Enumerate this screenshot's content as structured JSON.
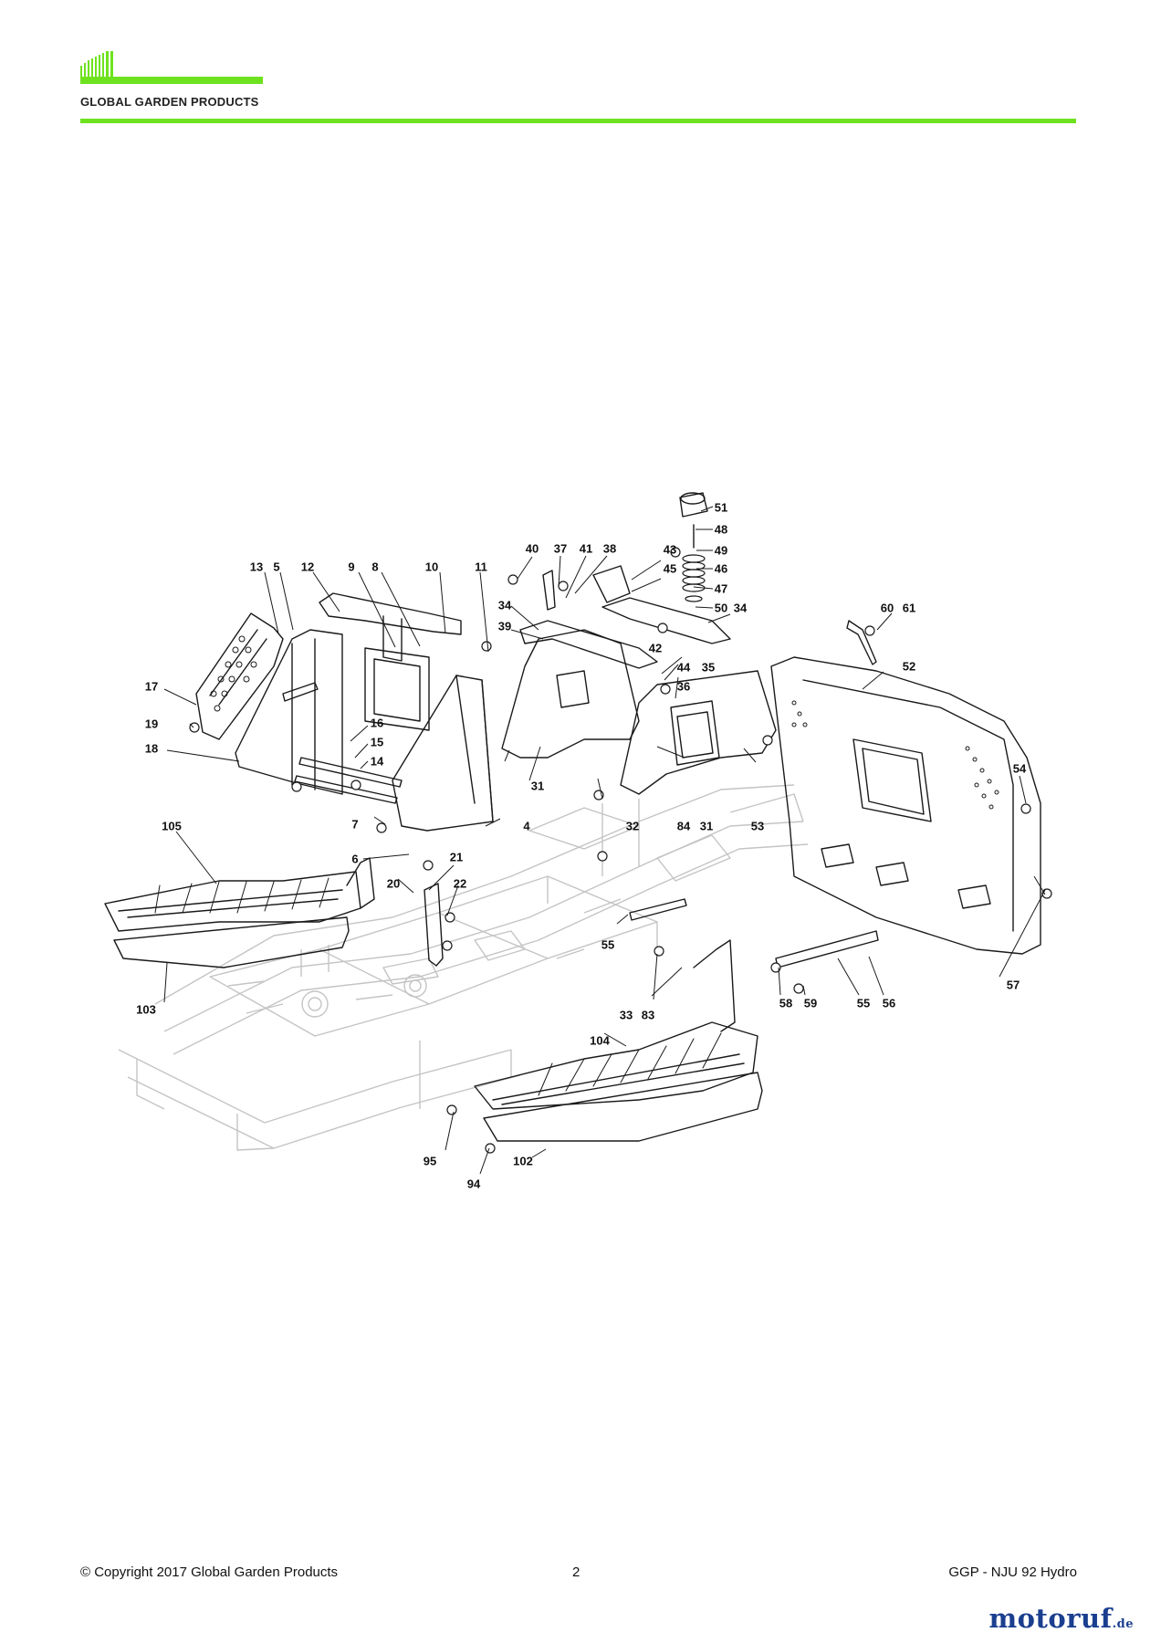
{
  "header": {
    "brand": "GLOBAL GARDEN PRODUCTS",
    "accent_color": "#6fe21f"
  },
  "callouts": [
    {
      "id": "c51",
      "text": "51"
    },
    {
      "id": "c48",
      "text": "48"
    },
    {
      "id": "c49",
      "text": "49"
    },
    {
      "id": "c46",
      "text": "46"
    },
    {
      "id": "c47",
      "text": "47"
    },
    {
      "id": "c50",
      "text": "50"
    },
    {
      "id": "c34a",
      "text": "34"
    },
    {
      "id": "c43",
      "text": "43"
    },
    {
      "id": "c45",
      "text": "45"
    },
    {
      "id": "c40",
      "text": "40"
    },
    {
      "id": "c37",
      "text": "37"
    },
    {
      "id": "c41",
      "text": "41"
    },
    {
      "id": "c38",
      "text": "38"
    },
    {
      "id": "c13",
      "text": "13"
    },
    {
      "id": "c5",
      "text": "5"
    },
    {
      "id": "c12",
      "text": "12"
    },
    {
      "id": "c9",
      "text": "9"
    },
    {
      "id": "c8",
      "text": "8"
    },
    {
      "id": "c10",
      "text": "10"
    },
    {
      "id": "c11",
      "text": "11"
    },
    {
      "id": "c34b",
      "text": "34"
    },
    {
      "id": "c39",
      "text": "39"
    },
    {
      "id": "c42",
      "text": "42"
    },
    {
      "id": "c44",
      "text": "44"
    },
    {
      "id": "c35",
      "text": "35"
    },
    {
      "id": "c36",
      "text": "36"
    },
    {
      "id": "c60",
      "text": "60"
    },
    {
      "id": "c61",
      "text": "61"
    },
    {
      "id": "c52",
      "text": "52"
    },
    {
      "id": "c17",
      "text": "17"
    },
    {
      "id": "c19",
      "text": "19"
    },
    {
      "id": "c18",
      "text": "18"
    },
    {
      "id": "c16",
      "text": "16"
    },
    {
      "id": "c15",
      "text": "15"
    },
    {
      "id": "c14",
      "text": "14"
    },
    {
      "id": "c31a",
      "text": "31"
    },
    {
      "id": "c54",
      "text": "54"
    },
    {
      "id": "c7",
      "text": "7"
    },
    {
      "id": "c4",
      "text": "4"
    },
    {
      "id": "c6",
      "text": "6"
    },
    {
      "id": "c32",
      "text": "32"
    },
    {
      "id": "c84",
      "text": "84"
    },
    {
      "id": "c31b",
      "text": "31"
    },
    {
      "id": "c53",
      "text": "53"
    },
    {
      "id": "c105",
      "text": "105"
    },
    {
      "id": "c21",
      "text": "21"
    },
    {
      "id": "c20",
      "text": "20"
    },
    {
      "id": "c22",
      "text": "22"
    },
    {
      "id": "c55a",
      "text": "55"
    },
    {
      "id": "c57",
      "text": "57"
    },
    {
      "id": "c103",
      "text": "103"
    },
    {
      "id": "c33",
      "text": "33"
    },
    {
      "id": "c83",
      "text": "83"
    },
    {
      "id": "c58",
      "text": "58"
    },
    {
      "id": "c59",
      "text": "59"
    },
    {
      "id": "c55b",
      "text": "55"
    },
    {
      "id": "c56",
      "text": "56"
    },
    {
      "id": "c104",
      "text": "104"
    },
    {
      "id": "c95",
      "text": "95"
    },
    {
      "id": "c102",
      "text": "102"
    },
    {
      "id": "c94",
      "text": "94"
    }
  ],
  "footer": {
    "copyright": "© Copyright 2017 Global Garden Products",
    "page_number": "2",
    "model": "GGP - NJU 92 Hydro"
  },
  "watermark": {
    "name": "motoruf",
    "tld": ".de"
  }
}
